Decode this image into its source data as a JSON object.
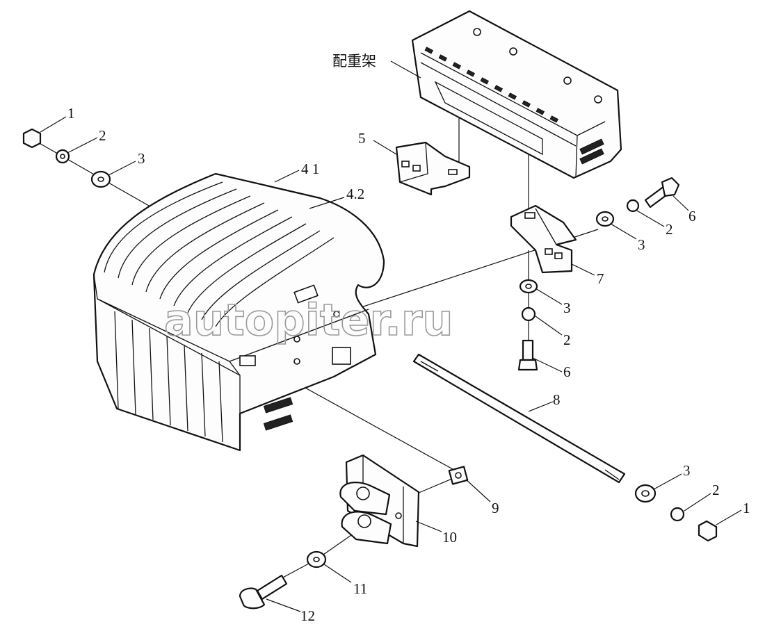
{
  "callouts": {
    "frame": "配重架",
    "c1_top": "1",
    "c2_top": "2",
    "c3_top": "3",
    "c41": "4 1",
    "c42": "4.2",
    "c5": "5",
    "c6_up": "6",
    "c2_up": "2",
    "c3_up": "3",
    "c7": "7",
    "c3_mid": "3",
    "c2_mid": "2",
    "c6_mid": "6",
    "c8": "8",
    "c3_low": "3",
    "c2_low": "2",
    "c1_low": "1",
    "c9": "9",
    "c10": "10",
    "c11": "11",
    "c12": "12"
  },
  "watermark": "autopiter.ru",
  "colors": {
    "line": "#111111",
    "watermark": "#9a9a9a",
    "background": "#ffffff"
  }
}
